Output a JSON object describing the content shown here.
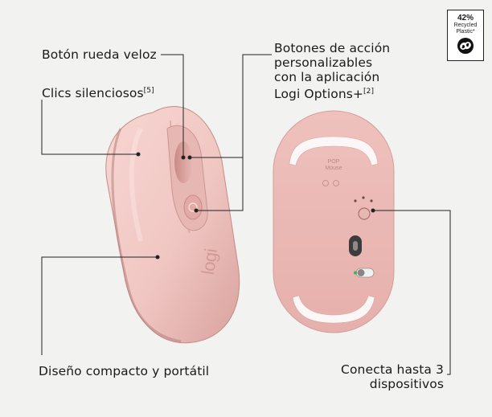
{
  "callouts": {
    "fast_wheel": "Botón rueda veloz",
    "silent_clicks": "Clics silenciosos",
    "silent_clicks_ref": "[5]",
    "custom_buttons_line1": "Botones de acción",
    "custom_buttons_line2": "personalizables",
    "custom_buttons_line3": "con la aplicación",
    "custom_buttons_line4": "Logi Options+",
    "custom_buttons_ref": "[2]",
    "compact_design": "Diseño compacto y portátil",
    "connect_line1": "Conecta hasta 3",
    "connect_line2": "dispositivos"
  },
  "badge": {
    "percent": "42%",
    "line1": "Recycled",
    "line2": "Plastic*"
  },
  "mouse": {
    "logo_text": "logi",
    "bottom_model_line1": "POP",
    "bottom_model_line2": "Mouse"
  },
  "colors": {
    "mouse_pink": "#eec1bd",
    "mouse_dark_pink": "#d99c98",
    "feet_white": "#fbf7f6",
    "leader_line": "#222222",
    "background": "#f2f2f1"
  }
}
